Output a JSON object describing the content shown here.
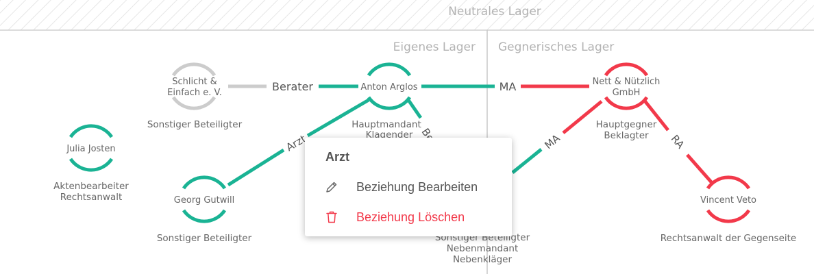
{
  "zones": {
    "neutral": "Neutrales Lager",
    "own": "Eigenes Lager",
    "opposing": "Gegnerisches Lager"
  },
  "colors": {
    "own": "#1ab394",
    "opposing": "#f2394a",
    "neutral": "#cccccc"
  },
  "nodes": {
    "schlicht": {
      "name_line1": "Schlicht &",
      "name_line2": "Einfach e. V.",
      "role": "Sonstiger Beteiligter"
    },
    "anton": {
      "name": "Anton Arglos",
      "role_line1": "Hauptmandant",
      "role_line2": "Klagender"
    },
    "nett": {
      "name_line1": "Nett & Nützlich",
      "name_line2": "GmbH",
      "role_line1": "Hauptgegner",
      "role_line2": "Beklagter"
    },
    "julia": {
      "name": "Julia Josten",
      "role_line1": "Aktenbearbeiter",
      "role_line2": "Rechtsanwalt"
    },
    "georg": {
      "name": "Georg Gutwill",
      "role": "Sonstiger Beteiligter"
    },
    "hidden": {
      "role_line1": "Sonstiger Beteiligter",
      "role_line2": "Nebenmandant",
      "role_line3": "Nebenkläger"
    },
    "vincent": {
      "name": "Vincent Veto",
      "role": "Rechtsanwalt der Gegenseite"
    }
  },
  "edges": {
    "berater": "Berater",
    "ma_top": "MA",
    "arzt": "Arzt",
    "be": "Be",
    "ma_diag": "MA",
    "ra": "RA"
  },
  "context_menu": {
    "title": "Arzt",
    "edit_label": "Beziehung Bearbeiten",
    "delete_label": "Beziehung Löschen"
  }
}
